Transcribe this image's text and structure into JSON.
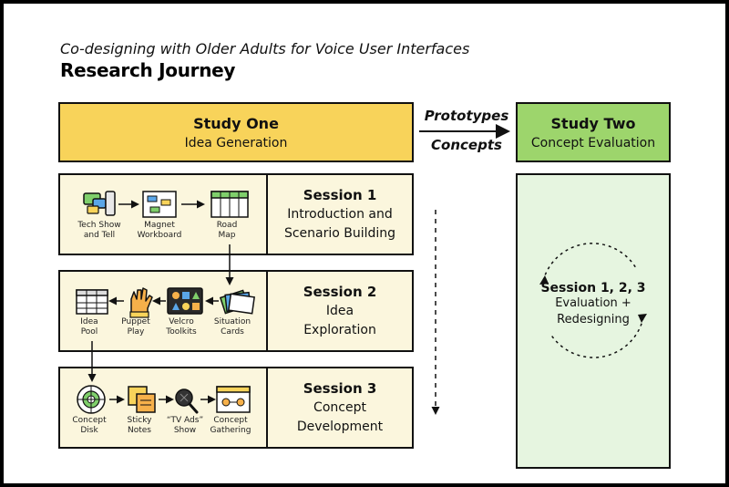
{
  "header": {
    "subtitle": "Co-designing with Older Adults for Voice User Interfaces",
    "title": "Research Journey"
  },
  "study_one": {
    "title": "Study One",
    "subtitle": "Idea Generation"
  },
  "study_two": {
    "title": "Study Two",
    "subtitle": "Concept Evaluation"
  },
  "flow_labels": {
    "top": "Prototypes",
    "bottom": "Concepts"
  },
  "sessions": [
    {
      "title": "Session 1",
      "lines": [
        "Introduction and",
        "Scenario Building"
      ],
      "activities": [
        {
          "label1": "Tech Show",
          "label2": "and Tell",
          "icon": "tech-show-icon"
        },
        {
          "label1": "Magnet",
          "label2": "Workboard",
          "icon": "magnet-workboard-icon"
        },
        {
          "label1": "Road",
          "label2": "Map",
          "icon": "road-map-icon"
        }
      ]
    },
    {
      "title": "Session 2",
      "lines": [
        "Idea",
        "Exploration"
      ],
      "activities": [
        {
          "label1": "Idea",
          "label2": "Pool",
          "icon": "idea-pool-icon"
        },
        {
          "label1": "Puppet",
          "label2": "Play",
          "icon": "puppet-hand-icon"
        },
        {
          "label1": "Velcro",
          "label2": "Toolkits",
          "icon": "velcro-toolkit-icon"
        },
        {
          "label1": "Situation",
          "label2": "Cards",
          "icon": "situation-cards-icon"
        }
      ]
    },
    {
      "title": "Session 3",
      "lines": [
        "Concept",
        "Development"
      ],
      "activities": [
        {
          "label1": "Concept",
          "label2": "Disk",
          "icon": "concept-disk-icon"
        },
        {
          "label1": "Sticky",
          "label2": "Notes",
          "icon": "sticky-notes-icon"
        },
        {
          "label1": "“TV Ads”",
          "label2": "Show",
          "icon": "microphone-icon"
        },
        {
          "label1": "Concept",
          "label2": "Gathering",
          "icon": "concept-gathering-icon"
        }
      ]
    }
  ],
  "study_two_sessions": {
    "title": "Session 1, 2, 3",
    "line1": "Evaluation +",
    "line2": "Redesigning"
  },
  "colors": {
    "study_one": "#f8d35a",
    "study_two": "#9dd56c",
    "session_bg": "#fbf6dd",
    "study_two_bg": "#e6f5e0"
  }
}
